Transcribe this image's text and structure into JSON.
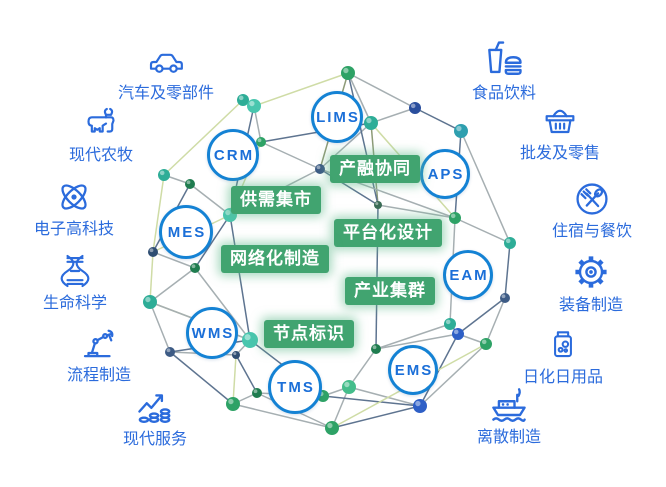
{
  "colors": {
    "accent_blue": "#2B6BDC",
    "node_ring": "#1482D4",
    "node_text": "#1B6FD8",
    "pill_bg": "#41A470",
    "pill_text": "#ffffff"
  },
  "industries": [
    {
      "label": "汽车及零部件",
      "icon": "car-icon"
    },
    {
      "label": "现代农牧",
      "icon": "cattle-icon"
    },
    {
      "label": "电子高科技",
      "icon": "atom-icon"
    },
    {
      "label": "生命科学",
      "icon": "dna-icon"
    },
    {
      "label": "流程制造",
      "icon": "robot-arm-icon"
    },
    {
      "label": "现代服务",
      "icon": "growth-chart-coins-icon"
    },
    {
      "label": "食品饮料",
      "icon": "drink-burger-icon"
    },
    {
      "label": "批发及零售",
      "icon": "shopping-basket-icon"
    },
    {
      "label": "住宿与餐饮",
      "icon": "fork-spoon-icon"
    },
    {
      "label": "装备制造",
      "icon": "gear-icon"
    },
    {
      "label": "日化日用品",
      "icon": "bottle-icon"
    },
    {
      "label": "离散制造",
      "icon": "cargo-ship-icon"
    }
  ],
  "platform_nodes": [
    {
      "label": "LIMS"
    },
    {
      "label": "CRM"
    },
    {
      "label": "APS"
    },
    {
      "label": "MES"
    },
    {
      "label": "EAM"
    },
    {
      "label": "WMS"
    },
    {
      "label": "TMS"
    },
    {
      "label": "EMS"
    }
  ],
  "capabilities": [
    {
      "label": "产融协同"
    },
    {
      "label": "供需集市"
    },
    {
      "label": "平台化设计"
    },
    {
      "label": "网络化制造"
    },
    {
      "label": "产业集群"
    },
    {
      "label": "节点标识"
    }
  ],
  "network": {
    "ball_colors": {
      "t": "#2EAD97",
      "tl": "#49C6AE",
      "g": "#2EA266",
      "gl": "#44BD8B",
      "dg": "#1F7C4F",
      "n": "#2A4E9D",
      "b": "#2E5FC6",
      "s": "#3D5B85",
      "tb": "#2E9FAF",
      "ds": "#2F4E73",
      "gs": "#3A6B55"
    },
    "edge_colors": {
      "y": "#CFDCA6",
      "g": "#A6AFB2",
      "s": "#5E7490",
      "o": "#8E9B78"
    },
    "balls": [
      [
        243,
        100,
        6,
        "t"
      ],
      [
        254,
        106,
        7,
        "tl"
      ],
      [
        348,
        73,
        7,
        "g"
      ],
      [
        415,
        108,
        6,
        "n"
      ],
      [
        371,
        123,
        7,
        "t"
      ],
      [
        461,
        131,
        7,
        "tb"
      ],
      [
        261,
        142,
        5,
        "g"
      ],
      [
        320,
        169,
        5,
        "s"
      ],
      [
        164,
        175,
        6,
        "t"
      ],
      [
        190,
        184,
        5,
        "dg"
      ],
      [
        230,
        215,
        7,
        "tl"
      ],
      [
        150,
        302,
        7,
        "t"
      ],
      [
        195,
        268,
        5,
        "dg"
      ],
      [
        153,
        252,
        5,
        "ds"
      ],
      [
        170,
        352,
        5,
        "s"
      ],
      [
        233,
        404,
        7,
        "g"
      ],
      [
        257,
        393,
        5,
        "dg"
      ],
      [
        250,
        340,
        8,
        "tl"
      ],
      [
        236,
        355,
        4,
        "ds"
      ],
      [
        323,
        396,
        6,
        "g"
      ],
      [
        349,
        387,
        7,
        "gl"
      ],
      [
        332,
        428,
        7,
        "g"
      ],
      [
        420,
        406,
        7,
        "b"
      ],
      [
        376,
        349,
        5,
        "dg"
      ],
      [
        450,
        324,
        6,
        "t"
      ],
      [
        458,
        334,
        6,
        "b"
      ],
      [
        486,
        344,
        6,
        "g"
      ],
      [
        510,
        243,
        6,
        "t"
      ],
      [
        455,
        218,
        6,
        "g"
      ],
      [
        378,
        205,
        4,
        "gs"
      ],
      [
        505,
        298,
        5,
        "s"
      ]
    ],
    "edges": [
      [
        8,
        0,
        "y"
      ],
      [
        0,
        1,
        "g"
      ],
      [
        1,
        2,
        "y"
      ],
      [
        2,
        3,
        "g"
      ],
      [
        3,
        5,
        "s"
      ],
      [
        5,
        27,
        "g"
      ],
      [
        27,
        30,
        "s"
      ],
      [
        30,
        26,
        "g"
      ],
      [
        26,
        22,
        "g"
      ],
      [
        22,
        21,
        "s"
      ],
      [
        21,
        15,
        "g"
      ],
      [
        15,
        14,
        "s"
      ],
      [
        14,
        11,
        "g"
      ],
      [
        11,
        13,
        "y"
      ],
      [
        13,
        8,
        "y"
      ],
      [
        1,
        6,
        "g"
      ],
      [
        6,
        4,
        "s"
      ],
      [
        2,
        4,
        "g"
      ],
      [
        3,
        4,
        "g"
      ],
      [
        4,
        7,
        "g"
      ],
      [
        7,
        29,
        "s"
      ],
      [
        7,
        10,
        "g"
      ],
      [
        10,
        9,
        "g"
      ],
      [
        9,
        8,
        "g"
      ],
      [
        9,
        13,
        "s"
      ],
      [
        10,
        12,
        "s"
      ],
      [
        12,
        11,
        "g"
      ],
      [
        12,
        13,
        "g"
      ],
      [
        10,
        17,
        "s"
      ],
      [
        17,
        11,
        "y"
      ],
      [
        17,
        18,
        "g"
      ],
      [
        17,
        19,
        "s"
      ],
      [
        19,
        20,
        "g"
      ],
      [
        20,
        21,
        "g"
      ],
      [
        19,
        16,
        "g"
      ],
      [
        16,
        15,
        "g"
      ],
      [
        16,
        18,
        "s"
      ],
      [
        20,
        23,
        "g"
      ],
      [
        23,
        29,
        "s"
      ],
      [
        23,
        25,
        "g"
      ],
      [
        24,
        25,
        "s"
      ],
      [
        24,
        28,
        "g"
      ],
      [
        25,
        22,
        "s"
      ],
      [
        26,
        25,
        "g"
      ],
      [
        28,
        27,
        "g"
      ],
      [
        28,
        29,
        "g"
      ],
      [
        28,
        5,
        "s"
      ],
      [
        29,
        4,
        "o"
      ],
      [
        6,
        10,
        "y"
      ],
      [
        2,
        7,
        "o"
      ],
      [
        6,
        7,
        "g"
      ],
      [
        1,
        10,
        "s"
      ],
      [
        14,
        18,
        "g"
      ],
      [
        16,
        21,
        "g"
      ],
      [
        20,
        22,
        "g"
      ],
      [
        23,
        24,
        "g"
      ],
      [
        4,
        28,
        "y"
      ],
      [
        12,
        17,
        "g"
      ],
      [
        19,
        22,
        "s"
      ],
      [
        26,
        21,
        "y"
      ],
      [
        2,
        29,
        "s"
      ],
      [
        11,
        17,
        "g"
      ],
      [
        14,
        17,
        "s"
      ],
      [
        7,
        28,
        "g"
      ],
      [
        10,
        13,
        "y"
      ],
      [
        15,
        18,
        "y"
      ],
      [
        30,
        25,
        "s"
      ]
    ]
  }
}
